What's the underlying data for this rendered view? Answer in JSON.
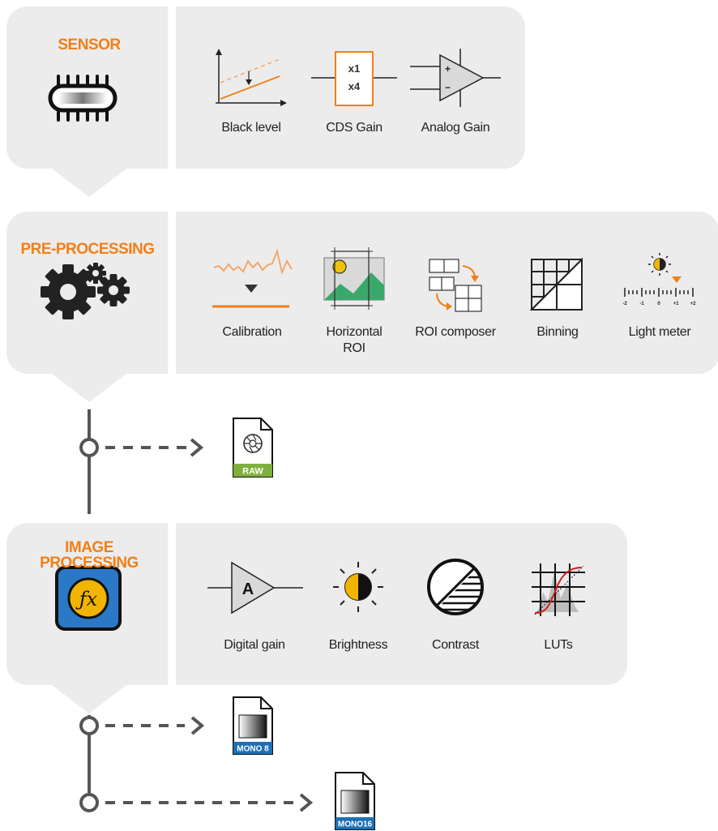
{
  "stages": {
    "sensor": {
      "title": "SENSOR",
      "items": [
        "Black level",
        "CDS Gain",
        "Analog Gain"
      ],
      "cds_gain_values": [
        "x1",
        "x4"
      ],
      "analog_signs": [
        "+",
        "−"
      ]
    },
    "pre_processing": {
      "title": "PRE-PROCESSING",
      "items": [
        "Calibration",
        "Horizontal ROI",
        "ROI composer",
        "Binning",
        "Light meter"
      ],
      "light_meter_scale": [
        "-2",
        "-1",
        "0",
        "+1",
        "+2"
      ]
    },
    "image_processing": {
      "title_line1": "IMAGE",
      "title_line2": "PROCESSING",
      "items": [
        "Digital gain",
        "Brightness",
        "Contrast",
        "LUTs"
      ],
      "digital_gain_letter": "A"
    }
  },
  "outputs": {
    "raw": {
      "tag": "RAW",
      "color": "#7fb03b"
    },
    "mono8": {
      "tag": "MONO 8",
      "color": "#1f6fb5"
    },
    "mono16": {
      "tag": "MONO16",
      "color": "#1f6fb5"
    }
  },
  "colors": {
    "panel": "#ececec",
    "accent": "#f27f18",
    "line": "#555555",
    "icon_stroke": "#222222"
  }
}
